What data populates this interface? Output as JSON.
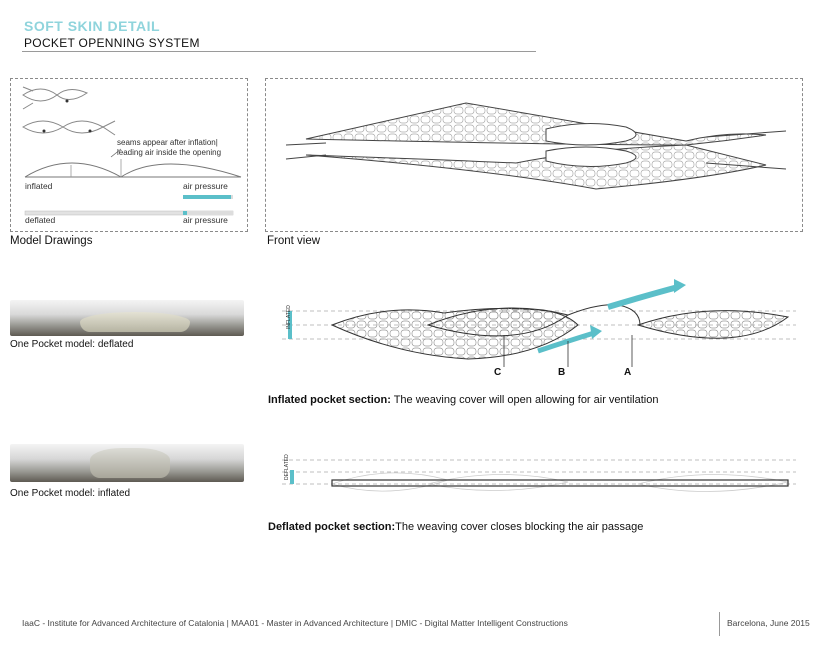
{
  "header": {
    "title": "SOFT SKIN DETAIL",
    "subtitle": "POCKET OPENNING SYSTEM"
  },
  "model_drawings": {
    "caption": "Model Drawings",
    "note_line1": "seams appear after inflation|",
    "note_line2": "leading air inside the opening",
    "inflated_label": "inflated",
    "deflated_label": "deflated",
    "air_pressure_label_1": "air pressure",
    "air_pressure_label_2": "air pressure"
  },
  "front_view": {
    "caption": "Front view"
  },
  "photos": {
    "deflated_caption": "One Pocket model: deflated",
    "inflated_caption": "One Pocket model: inflated"
  },
  "inflated_section": {
    "side_tag": "INFLATED",
    "label_c": "C",
    "label_b": "B",
    "label_a": "A",
    "caption_bold": "Inflated pocket section:",
    "caption_text": " The weaving cover will open allowing for air ventilation"
  },
  "deflated_section": {
    "side_tag": "DEFLATED",
    "caption_bold": "Deflated pocket section:",
    "caption_text": "The weaving cover closes blocking the air passage"
  },
  "footer": {
    "left": "IaaC - Institute for Advanced Architecture of Catalonia | MAA01 - Master in Advanced Architecture | DMIC - Digital Matter Intelligent Constructions",
    "right": "Barcelona, June 2015"
  },
  "colors": {
    "accent": "#5bbfc9",
    "title": "#8fd4dc",
    "dash": "#8a8a8a"
  }
}
